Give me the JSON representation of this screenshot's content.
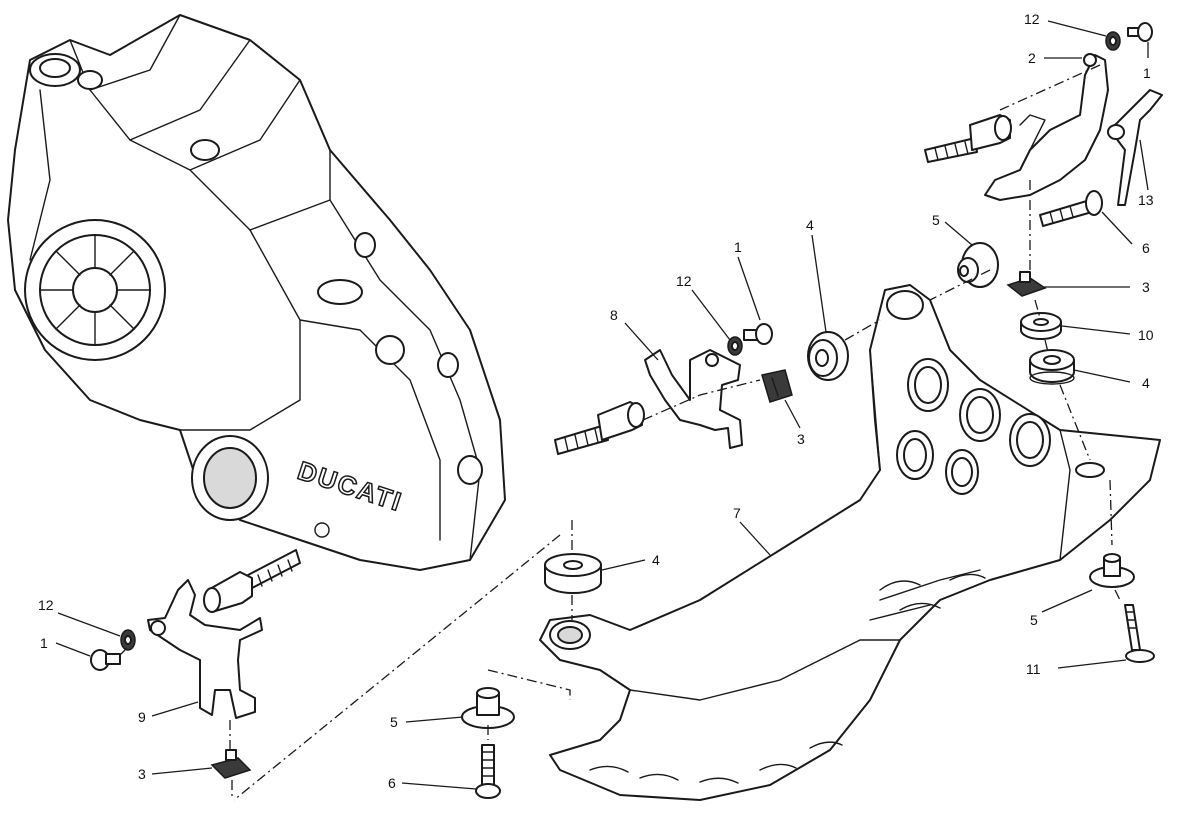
{
  "diagram": {
    "brand_text": "DUCATI",
    "callouts": [
      {
        "id": "c12a",
        "label": "12"
      },
      {
        "id": "c2",
        "label": "2"
      },
      {
        "id": "c1a",
        "label": "1"
      },
      {
        "id": "c13",
        "label": "13"
      },
      {
        "id": "c6a",
        "label": "6"
      },
      {
        "id": "c5a",
        "label": "5"
      },
      {
        "id": "c3a",
        "label": "3"
      },
      {
        "id": "c10",
        "label": "10"
      },
      {
        "id": "c4a",
        "label": "4"
      },
      {
        "id": "c4b",
        "label": "4"
      },
      {
        "id": "c1b",
        "label": "1"
      },
      {
        "id": "c12b",
        "label": "12"
      },
      {
        "id": "c8",
        "label": "8"
      },
      {
        "id": "c3b",
        "label": "3"
      },
      {
        "id": "c7",
        "label": "7"
      },
      {
        "id": "c4c",
        "label": "4"
      },
      {
        "id": "c5b",
        "label": "5"
      },
      {
        "id": "c11",
        "label": "11"
      },
      {
        "id": "c12c",
        "label": "12"
      },
      {
        "id": "c1c",
        "label": "1"
      },
      {
        "id": "c9",
        "label": "9"
      },
      {
        "id": "c3c",
        "label": "3"
      },
      {
        "id": "c5c",
        "label": "5"
      },
      {
        "id": "c6b",
        "label": "6"
      }
    ]
  }
}
